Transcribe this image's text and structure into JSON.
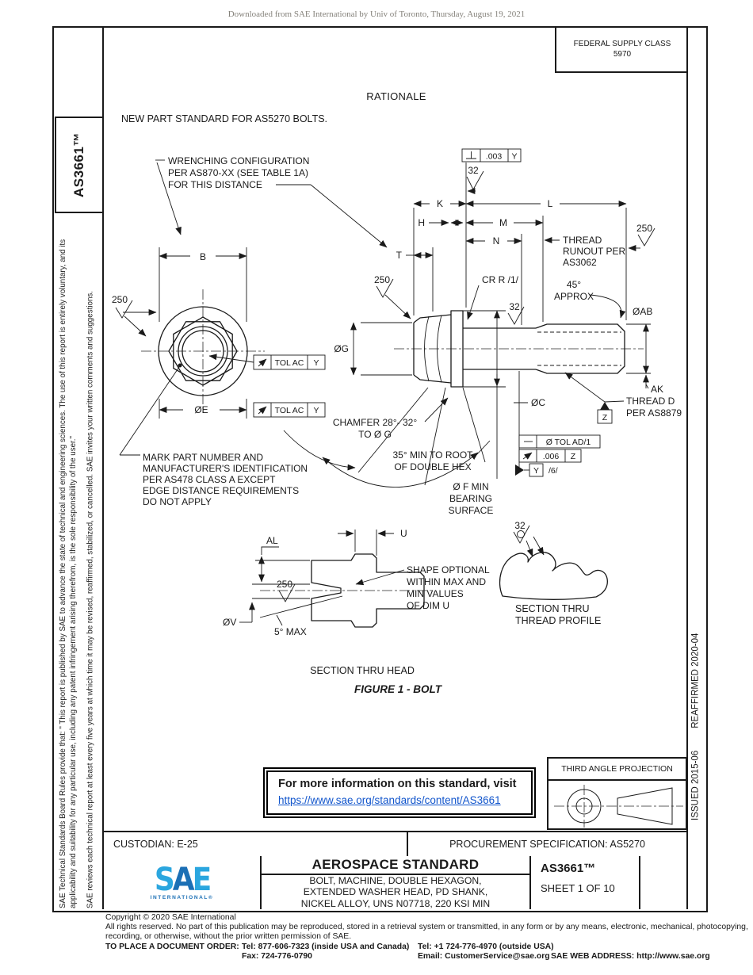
{
  "page": {
    "download_notice": "Downloaded from SAE International by Univ of Toronto, Thursday, August 19, 2021",
    "federal_supply_class_label": "FEDERAL SUPPLY CLASS",
    "federal_supply_class_value": "5970",
    "rationale_heading": "RATIONALE",
    "rationale_text": "NEW PART STANDARD FOR AS5270 BOLTS."
  },
  "sidebar": {
    "doc_number": "AS3661™",
    "disclaimer_p1": "SAE Technical Standards Board Rules provide that: \" This report is published by SAE to advance the state of technical and engineering sciences. The use of this report is entirely voluntary, and its applicability and suitability for any particular use, including any patent infringement arising therefrom, is the sole responsibility of the user.\"",
    "disclaimer_p2": "SAE reviews each technical report at least every five years at which time it may be revised, reaffirmed, stabilized, or cancelled. SAE invites your written comments and suggestions."
  },
  "right_strip": {
    "issued": "ISSUED 2015-06",
    "reaffirmed": "REAFFIRMED 2020-04"
  },
  "drawing": {
    "dims": {
      "b": "B",
      "k": "K",
      "l": "L",
      "h": "H",
      "m": "M",
      "n": "N",
      "t": "T",
      "u": "U",
      "al": "AL",
      "g": "ØG",
      "e": "ØE",
      "c": "ØC",
      "v": "ØV",
      "ab": "ØAB",
      "ak": "AK"
    },
    "finish": {
      "r32": "32",
      "r250": "250"
    },
    "fcf": {
      "perp": {
        "icon": "perpendicularity-icon",
        "tol": ".003",
        "datum": "Y"
      },
      "tol_ac": {
        "icon": "circular-runout-icon",
        "text": "TOL AC",
        "datum": "Y"
      },
      "straightness": {
        "icon": "straightness-icon",
        "text": "Ø TOL AD/1"
      },
      "runout": {
        "icon": "circular-runout-icon",
        "tol": ".006",
        "datum": "Z"
      },
      "datum_y": {
        "icon": "datum-flag-icon",
        "label": "Y",
        "note": "/6/"
      },
      "datum_z": {
        "icon": "datum-flag-icon",
        "label": "Z"
      }
    },
    "notes": {
      "wrenching": [
        "WRENCHING CONFIGURATION",
        "PER AS870-XX (SEE TABLE 1A)",
        "FOR THIS DISTANCE"
      ],
      "mark": [
        "MARK PART NUMBER AND",
        "MANUFACTURER'S IDENTIFICATION",
        "PER AS478 CLASS A EXCEPT",
        "EDGE DISTANCE REQUIREMENTS",
        "DO NOT APPLY"
      ],
      "thread_runout": [
        "THREAD",
        "RUNOUT PER",
        "AS3062"
      ],
      "approx45": [
        "45°",
        "APPROX"
      ],
      "thread_d": [
        "THREAD D",
        "PER AS8879"
      ],
      "cr": "CR R /1/",
      "chamfer": [
        "CHAMFER 28°- 32°",
        "TO Ø G"
      ],
      "double_hex": [
        "35° MIN TO ROOT",
        "OF DOUBLE HEX"
      ],
      "bearing": [
        "Ø F MIN",
        "BEARING",
        "SURFACE"
      ],
      "shape_optional": [
        "SHAPE OPTIONAL",
        "WITHIN MAX AND",
        "MIN VALUES",
        "OF DIM U"
      ],
      "deg5": "5° MAX",
      "section_head": "SECTION THRU HEAD",
      "section_thread": [
        "SECTION THRU",
        "THREAD PROFILE"
      ],
      "figure_caption": "FIGURE 1 - BOLT"
    }
  },
  "info_box": {
    "line1": "For more information on this standard, visit",
    "link": "https://www.sae.org/standards/content/AS3661"
  },
  "projection": {
    "label": "THIRD ANGLE PROJECTION"
  },
  "title_block": {
    "custodian": "CUSTODIAN: E-25",
    "procurement": "PROCUREMENT SPECIFICATION: AS5270",
    "logo_s": "S",
    "logo_a": "A",
    "logo_e": "E",
    "logo_sub": "INTERNATIONAL®",
    "standard_type": "AEROSPACE STANDARD",
    "title_lines": [
      "BOLT, MACHINE, DOUBLE HEXAGON,",
      "EXTENDED WASHER HEAD, PD SHANK,",
      "NICKEL ALLOY, UNS N07718, 220 KSI MIN"
    ],
    "doc_number": "AS3661™",
    "sheet": "SHEET 1 OF 10"
  },
  "footer": {
    "copyright": "Copyright © 2020 SAE International",
    "rights1": "All rights reserved. No part of this publication may be reproduced, stored in a retrieval system or transmitted, in any form or by any means, electronic, mechanical, photocopying,",
    "rights2": "recording, or otherwise, without the prior written permission of SAE.",
    "order_label": "TO PLACE A DOCUMENT ORDER:",
    "tel_inside": "Tel: 877-606-7323 (inside USA and Canada)",
    "tel_outside": "Tel: +1 724-776-4970 (outside USA)",
    "fax": "Fax: 724-776-0790",
    "email": "Email: CustomerService@sae.org",
    "web": "SAE WEB ADDRESS: http://www.sae.org"
  },
  "colors": {
    "line": "#1a1a1a",
    "link_blue": "#1155cc",
    "sae_light_blue": "#2ba6df",
    "sae_dark_blue": "#1b6fb5"
  }
}
